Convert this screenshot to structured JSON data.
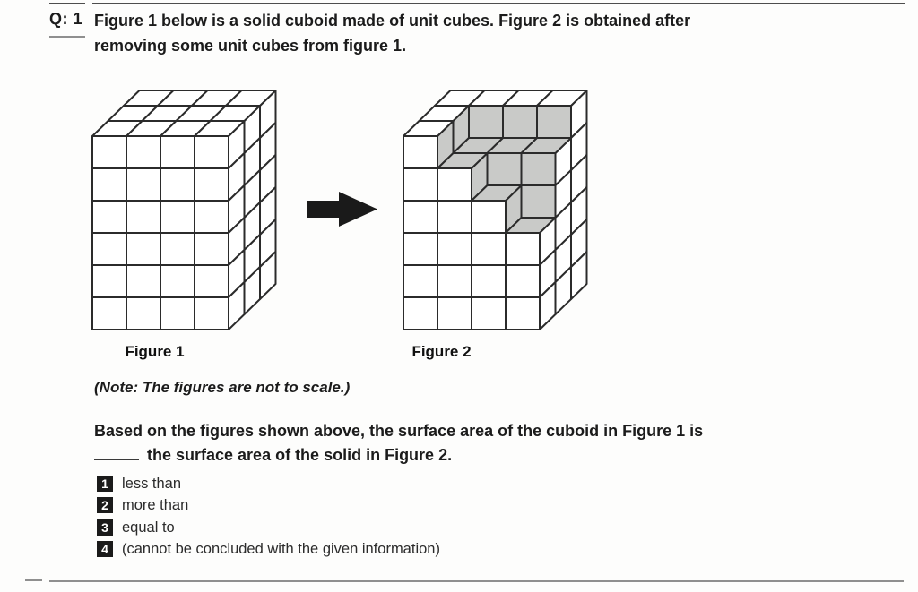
{
  "header": {
    "question_label": "Q: 1",
    "prompt_lines": [
      "Figure 1 below is a solid cuboid made of unit cubes. Figure 2 is obtained after",
      "removing some unit cubes from figure 1."
    ]
  },
  "figures": {
    "fig1": {
      "label": "Figure 1",
      "width": 4,
      "height": 6,
      "depth": 3,
      "removed": []
    },
    "fig2": {
      "label": "Figure 2",
      "width": 4,
      "height": 6,
      "depth": 3,
      "removed": [
        [
          1,
          0,
          0
        ],
        [
          2,
          0,
          0
        ],
        [
          3,
          0,
          0
        ],
        [
          1,
          0,
          1
        ],
        [
          2,
          0,
          1
        ],
        [
          3,
          0,
          1
        ],
        [
          2,
          1,
          0
        ],
        [
          3,
          1,
          0
        ],
        [
          3,
          2,
          0
        ]
      ]
    },
    "colors": {
      "outline": "#2b2b2b",
      "face": "#ffffff",
      "shaded_face": "#c9cac8",
      "arrow": "#1a1a1a"
    }
  },
  "note": "(Note: The figures are not to scale.)",
  "question": {
    "line1": "Based on the figures shown above, the surface area of the cuboid in Figure 1 is",
    "line2_after_blank": "the surface area of the solid in Figure 2."
  },
  "options": [
    {
      "num": "1",
      "label": "less than"
    },
    {
      "num": "2",
      "label": "more than"
    },
    {
      "num": "3",
      "label": "equal to"
    },
    {
      "num": "4",
      "label": "(cannot be concluded with the given information)"
    }
  ]
}
